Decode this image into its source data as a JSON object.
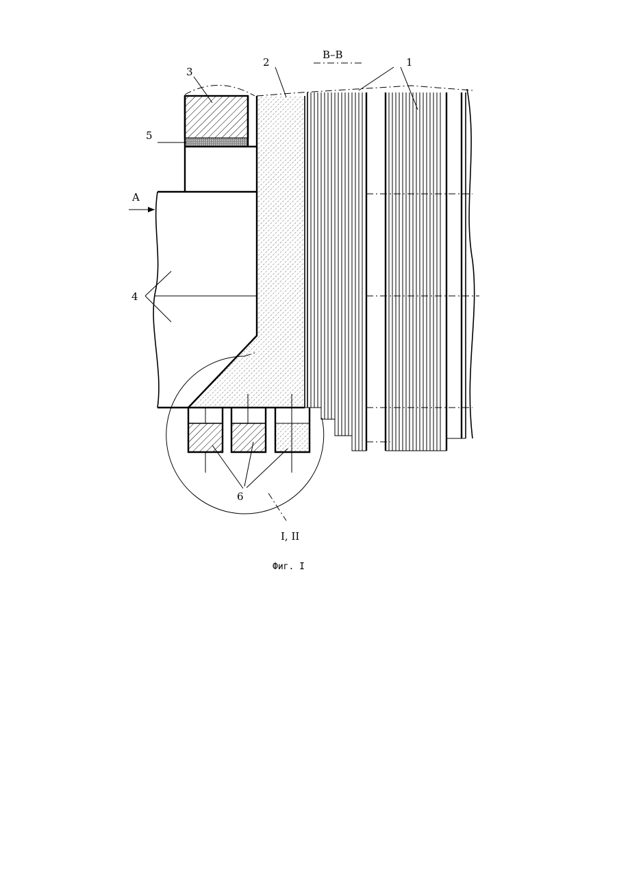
{
  "figure": {
    "section_label": "B–B",
    "caption": "Фиг. I",
    "detail_label": "I, II",
    "callouts": {
      "part_1": "1",
      "part_2": "2",
      "part_3": "3",
      "part_4": "4",
      "part_5": "5",
      "part_6": "6",
      "view_a": "A"
    }
  }
}
